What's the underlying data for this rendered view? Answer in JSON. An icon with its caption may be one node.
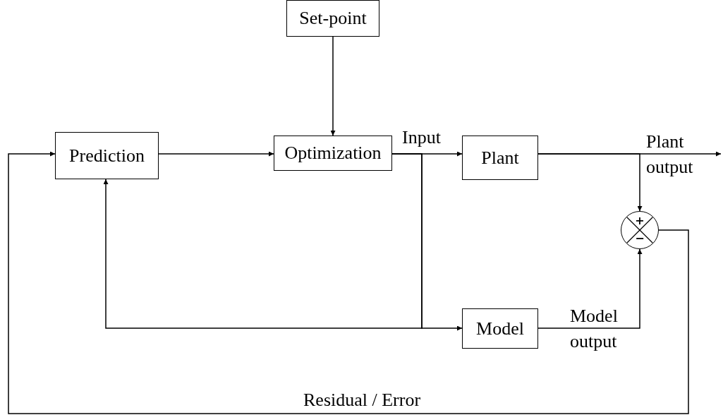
{
  "diagram": {
    "nodes": [
      {
        "text": [
          "Set-point"
        ]
      },
      {
        "text": [
          "Prediction"
        ]
      },
      {
        "text": [
          "Optimization"
        ]
      },
      {
        "text": [
          "Plant"
        ]
      },
      {
        "text": [
          "Model"
        ]
      },
      {
        "text": [
          "+",
          "−"
        ]
      }
    ],
    "edges": [
      {
        "from": 0,
        "to": 2,
        "arrow": "to"
      },
      {
        "from": 1,
        "to": 2,
        "arrow": "to"
      },
      {
        "from": 2,
        "to": 3,
        "arrow": "to",
        "label": "Input"
      },
      {
        "from": 2,
        "to": 4,
        "arrow": "to"
      },
      {
        "from": 2,
        "to": 1,
        "arrow": "to"
      },
      {
        "from": 3,
        "to": null,
        "arrow": "to",
        "label": "Plant output"
      },
      {
        "from": 3,
        "to": 5,
        "arrow": "to"
      },
      {
        "from": 4,
        "to": 5,
        "arrow": "to",
        "label": "Model output"
      },
      {
        "from": 5,
        "to": 1,
        "arrow": "to",
        "label": "Residual / Error"
      }
    ]
  }
}
